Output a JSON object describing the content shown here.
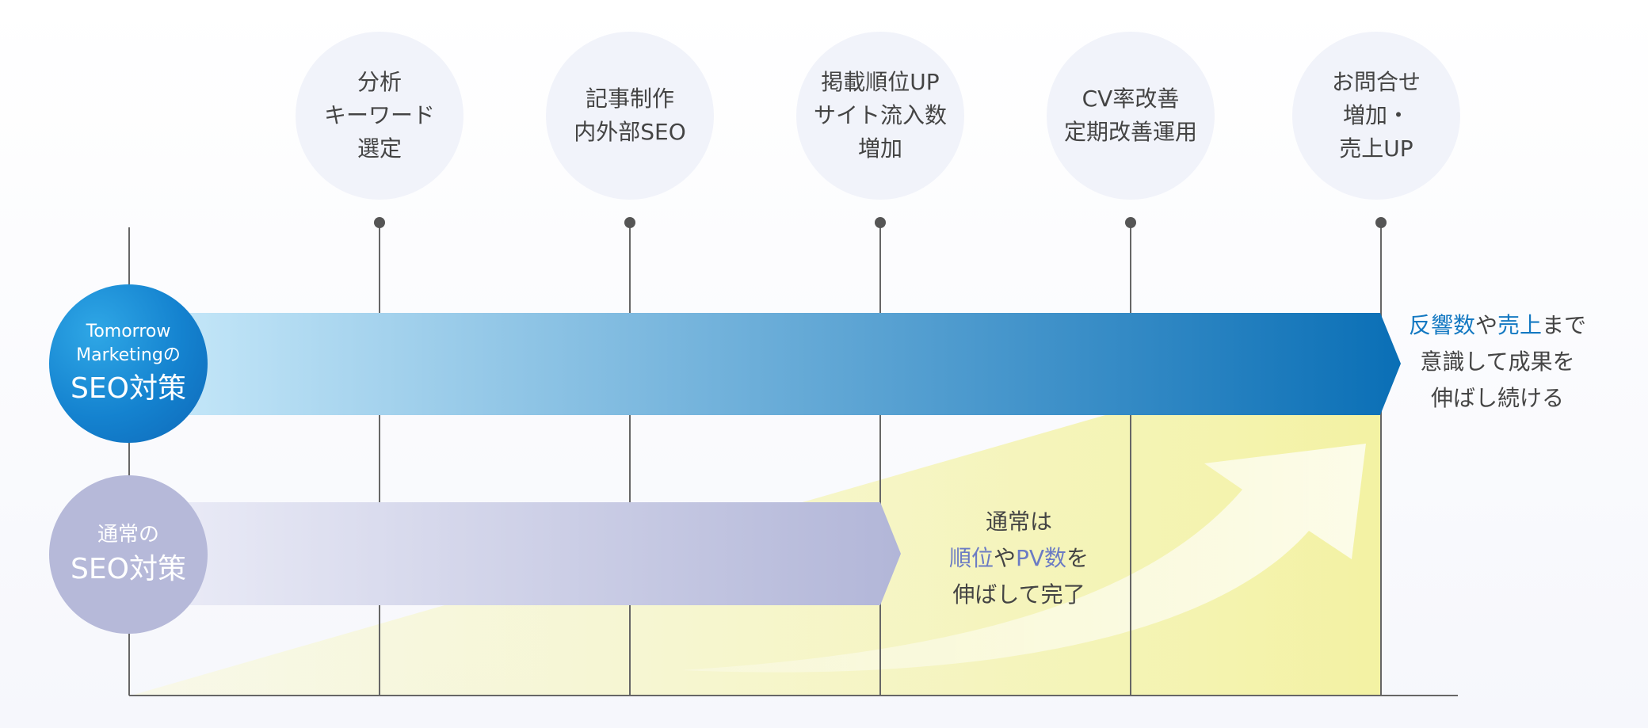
{
  "steps": [
    {
      "lines": [
        "分析",
        "キーワード",
        "選定"
      ]
    },
    {
      "lines": [
        "記事制作",
        "内外部SEO"
      ]
    },
    {
      "lines": [
        "掲載順位UP",
        "サイト流入数",
        "増加"
      ]
    },
    {
      "lines": [
        "CV率改善",
        "定期改善運用"
      ]
    },
    {
      "lines": [
        "お問合せ",
        "増加・",
        "売上UP"
      ]
    }
  ],
  "tomorrow_badge": {
    "line1": "Tomorrow",
    "line2": "Marketingの",
    "line3": "SEO対策"
  },
  "normal_badge": {
    "line1": "通常の",
    "line2": "SEO対策"
  },
  "tomorrow_result": {
    "line1_hl1": "反響数",
    "line1_mid": "や",
    "line1_hl2": "売上",
    "line1_end": "まで",
    "line2": "意識して成果を",
    "line3": "伸ばし続ける"
  },
  "normal_result": {
    "line1": "通常は",
    "line2_hl1": "順位",
    "line2_mid": "や",
    "line2_hl2": "PV数",
    "line2_end": "を",
    "line3": "伸ばして完了"
  },
  "colors": {
    "tomorrow_arrow_start": "#c3e6f8",
    "tomorrow_arrow_end": "#0a6fb6",
    "normal_arrow_start": "#e9eaf6",
    "normal_arrow_end": "#b2b6d8",
    "highlight_yellow": "#f3f2a3",
    "highlight_blue_text": "#1479c2",
    "highlight_purple_text": "#6b7bc4",
    "axis_line": "#666666"
  }
}
